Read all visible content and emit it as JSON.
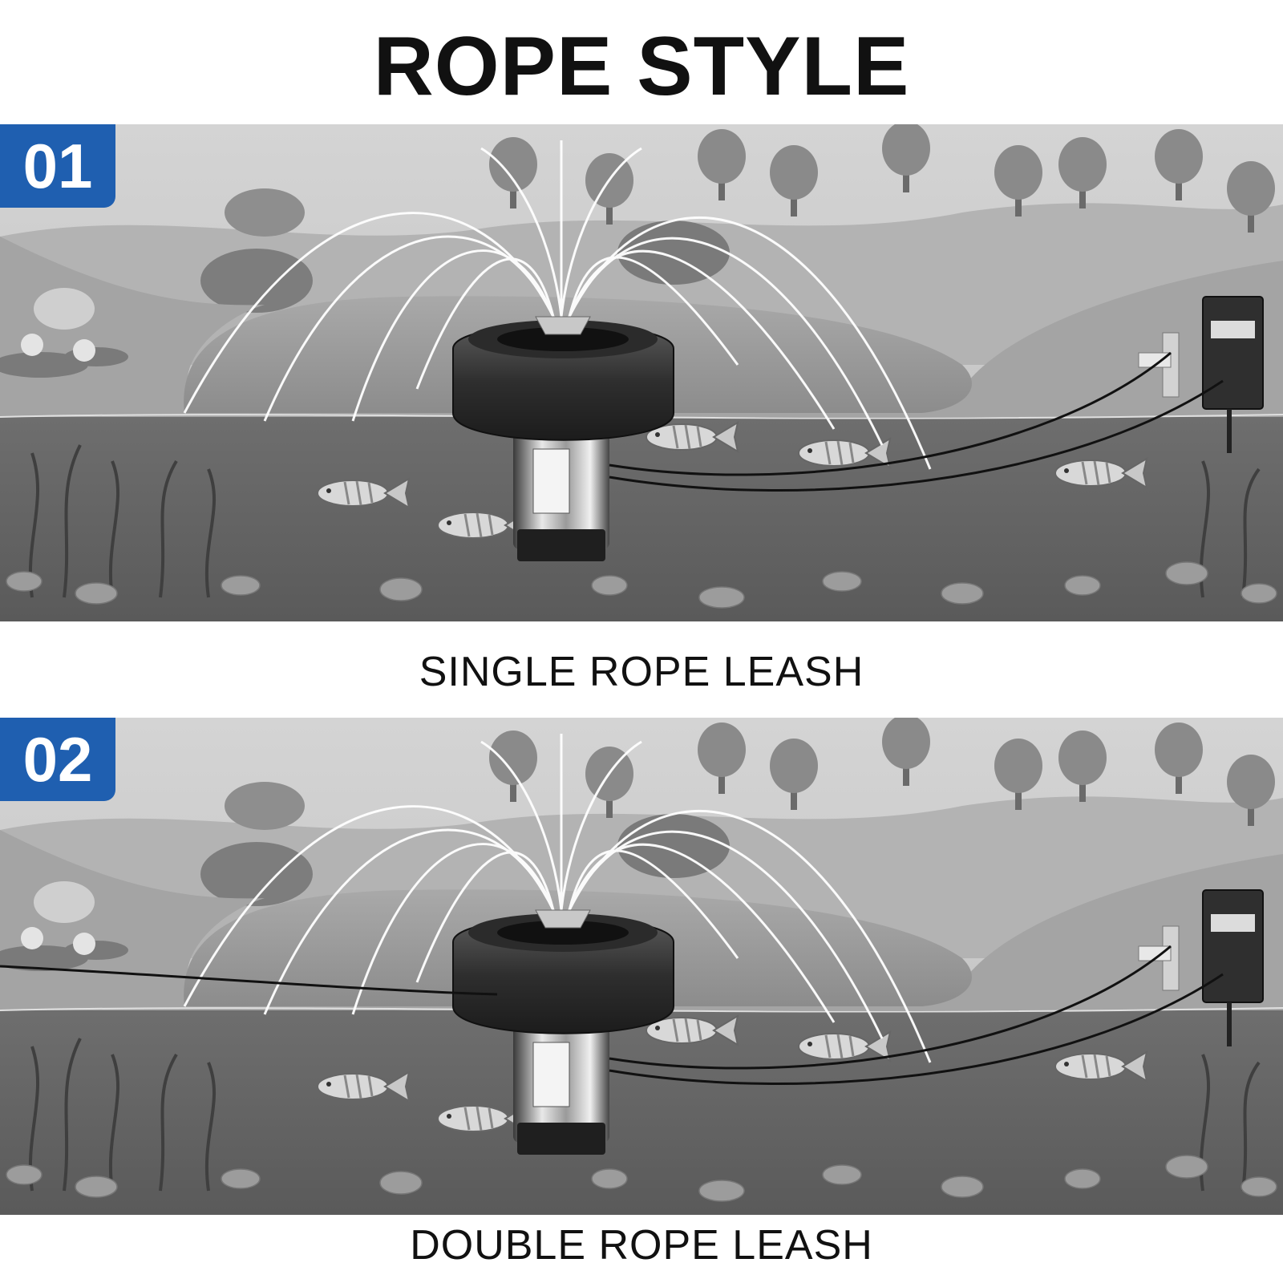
{
  "heading": "ROPE STYLE",
  "panels": [
    {
      "badge": "01",
      "caption": "SINGLE ROPE LEASH",
      "rope_style": "single"
    },
    {
      "badge": "02",
      "caption": "DOUBLE ROPE LEASH",
      "rope_style": "double"
    }
  ],
  "colors": {
    "badge": "#1f5fb0",
    "text": "#111111",
    "background": "#ffffff"
  },
  "scene": {
    "illustration": "grayscale pond with floating fountain aerator, fish, trees and timer control box"
  }
}
